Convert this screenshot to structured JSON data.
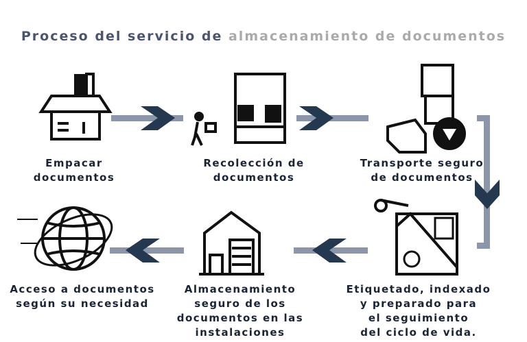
{
  "title": {
    "part1": "Proceso del servicio de",
    "part2": "almacenamiento de documentos"
  },
  "steps": [
    {
      "label": "Empacar\ndocumentos",
      "icon": "box-icon"
    },
    {
      "label": "Recolección de\ndocumentos",
      "icon": "truck-pickup-icon"
    },
    {
      "label": "Transporte seguro\nde documentos",
      "icon": "boxes-shield-icon"
    },
    {
      "label": "Etiquetado, indexado\ny preparado para\nel seguimiento\ndel ciclo de vida.",
      "icon": "label-box-icon"
    },
    {
      "label": "Almacenamiento\nseguro de los\ndocumentos en las\ninstalaciones",
      "icon": "warehouse-icon"
    },
    {
      "label": "Acceso a documentos\nsegún su necesidad",
      "icon": "globe-icon"
    }
  ],
  "colors": {
    "title_dark": "#4a5570",
    "title_light": "#aaaaaa",
    "arrow_bar": "#8c96aa",
    "chevron": "#243850"
  }
}
